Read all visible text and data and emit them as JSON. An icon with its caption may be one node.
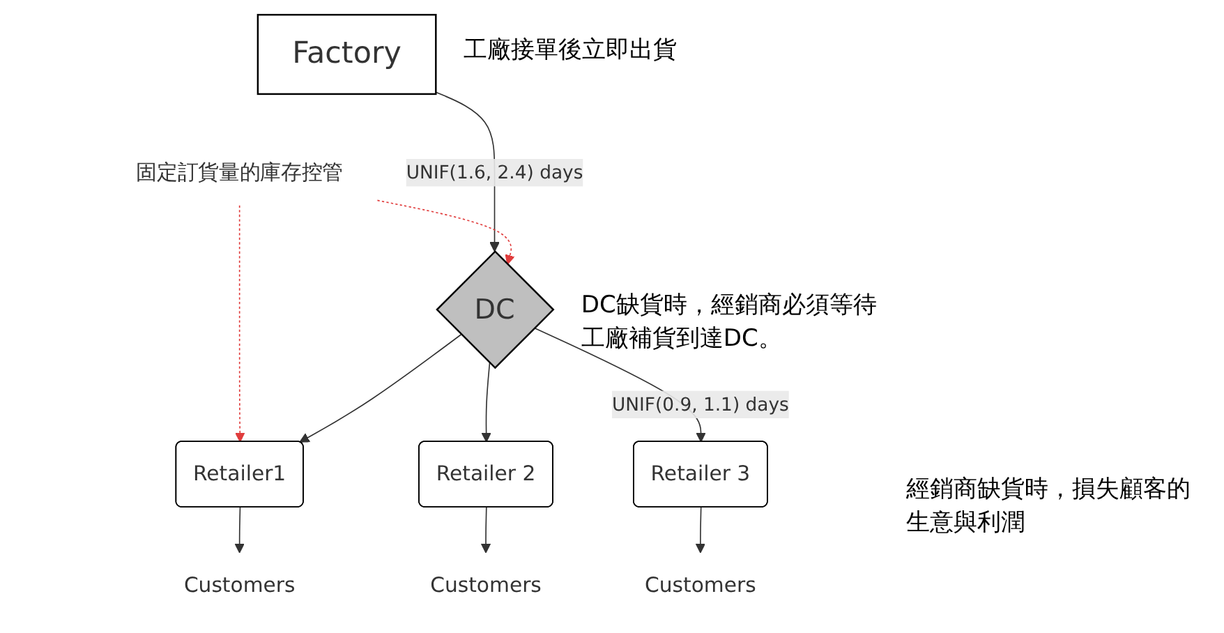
{
  "diagram": {
    "nodes": [
      {
        "text": [
          "Factory"
        ],
        "beside": [
          "工廠接單後立即出貨"
        ]
      },
      {
        "text": [
          "DC"
        ],
        "beside": [
          "DC缺貨時，經銷商必須等待工廠補貨到達DC。"
        ]
      },
      {
        "text": [
          "固定訂貨量的庫存控管"
        ]
      },
      {
        "text": [
          "Retailer1"
        ]
      },
      {
        "text": [
          "Retailer 2"
        ]
      },
      {
        "text": [
          "Retailer 3"
        ]
      },
      {
        "text": [
          "Customers"
        ]
      },
      {
        "text": [
          "Customers"
        ]
      },
      {
        "text": [
          "Customers"
        ]
      }
    ],
    "edges": [
      {
        "from": 0,
        "to": 1,
        "arrow": "to",
        "label": "UNIF(1.6, 2.4) days"
      },
      {
        "from": 2,
        "to": 1,
        "arrow": "to",
        "style": "dashed",
        "color": "#e03c3c"
      },
      {
        "from": 2,
        "to": 3,
        "arrow": "to",
        "style": "dashed",
        "color": "#e03c3c"
      },
      {
        "from": 1,
        "to": 3,
        "arrow": "to"
      },
      {
        "from": 1,
        "to": 4,
        "arrow": "to"
      },
      {
        "from": 1,
        "to": 5,
        "arrow": "to",
        "label": "UNIF(0.9, 1.1) days"
      },
      {
        "from": 3,
        "to": 6,
        "arrow": "to"
      },
      {
        "from": 4,
        "to": 7,
        "arrow": "to"
      },
      {
        "from": 5,
        "to": 8,
        "arrow": "to"
      }
    ],
    "labels": [
      "經銷商缺貨時，損失顧客的生意與利潤"
    ]
  }
}
